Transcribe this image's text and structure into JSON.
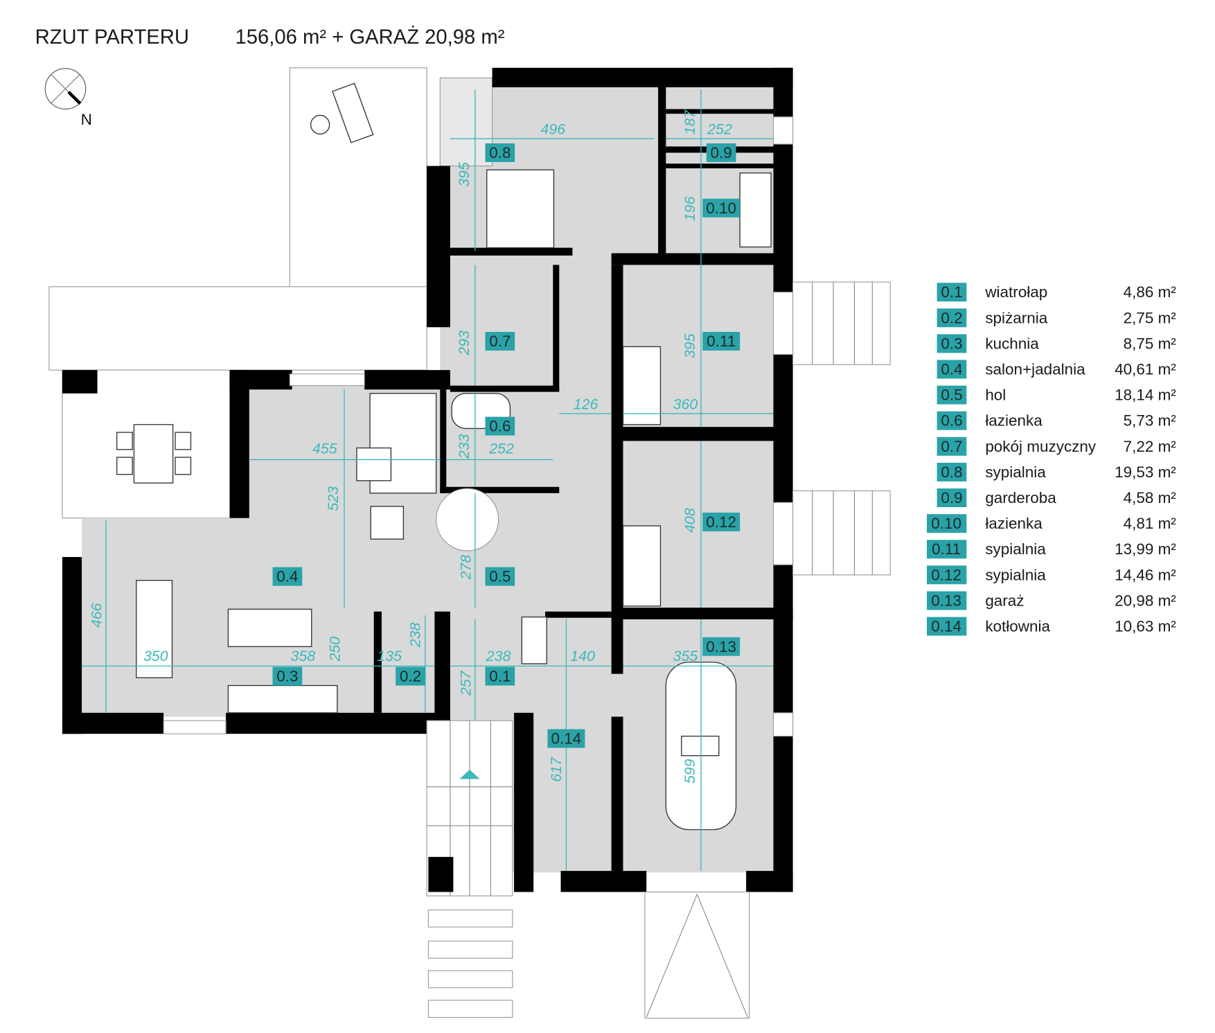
{
  "title": {
    "label": "RZUT PARTERU",
    "area": "156,06 m² + GARAŻ 20,98 m²"
  },
  "compass": {
    "label": "N"
  },
  "colors": {
    "tag": "#2aa3a8",
    "dimension": "#3cb8bb",
    "floor": "#d9d9d9",
    "wall": "#000000"
  },
  "rooms": [
    {
      "tag": "0.1",
      "name": "wiatrołap",
      "area": "4,86 m²"
    },
    {
      "tag": "0.2",
      "name": "spiżarnia",
      "area": "2,75 m²"
    },
    {
      "tag": "0.3",
      "name": "kuchnia",
      "area": "8,75 m²"
    },
    {
      "tag": "0.4",
      "name": "salon+jadalnia",
      "area": "40,61 m²"
    },
    {
      "tag": "0.5",
      "name": "hol",
      "area": "18,14 m²"
    },
    {
      "tag": "0.6",
      "name": "łazienka",
      "area": "5,73 m²"
    },
    {
      "tag": "0.7",
      "name": "pokój muzyczny",
      "area": "7,22 m²"
    },
    {
      "tag": "0.8",
      "name": "sypialnia",
      "area": "19,53 m²"
    },
    {
      "tag": "0.9",
      "name": "garderoba",
      "area": "4,58 m²"
    },
    {
      "tag": "0.10",
      "name": "łazienka",
      "area": "4,81 m²"
    },
    {
      "tag": "0.11",
      "name": "sypialnia",
      "area": "13,99 m²"
    },
    {
      "tag": "0.12",
      "name": "sypialnia",
      "area": "14,46 m²"
    },
    {
      "tag": "0.13",
      "name": "garaż",
      "area": "20,98 m²"
    },
    {
      "tag": "0.14",
      "name": "kotłownia",
      "area": "10,63 m²"
    }
  ],
  "dimensions": [
    "496",
    "187",
    "252",
    "395",
    "196",
    "293",
    "395",
    "126",
    "360",
    "233",
    "252",
    "455",
    "523",
    "408",
    "278",
    "466",
    "350",
    "358",
    "250",
    "135",
    "238",
    "238",
    "140",
    "355",
    "257",
    "617",
    "599"
  ]
}
